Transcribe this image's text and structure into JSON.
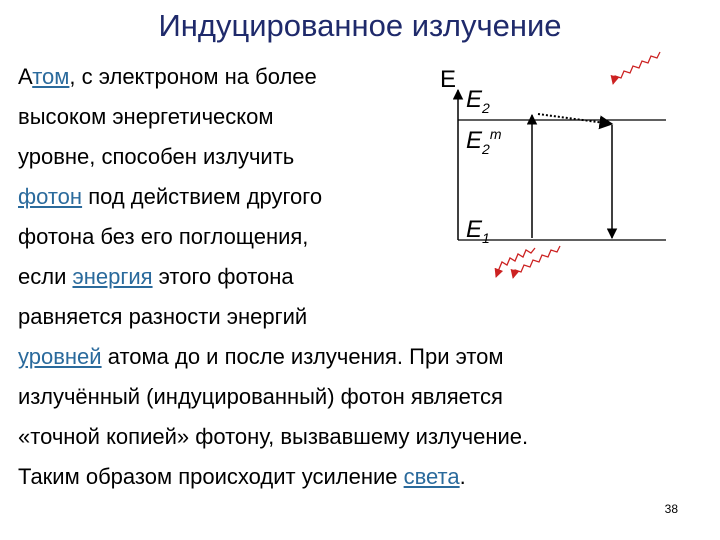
{
  "title": "Индуцированное излучение",
  "lines": [
    {
      "pre": "А",
      "link": "том",
      "post": ", с электроном  на более"
    },
    {
      "pre": "высоком энергетическом",
      "link": "",
      "post": ""
    },
    {
      "pre": "уровне,  способен излучить",
      "link": "",
      "post": ""
    },
    {
      "pre": "",
      "link": "фотон",
      "post": " под действием другого"
    },
    {
      "pre": "фотона без его поглощения,",
      "link": "",
      "post": ""
    },
    {
      "pre": "если ",
      "link": "энергия",
      "post": " этого фотона"
    },
    {
      "pre": "равняется разности энергий",
      "link": "",
      "post": ""
    },
    {
      "pre": "",
      "link": "уровней",
      "post": " атома до и после излучения. При этом"
    },
    {
      "pre": "излучённый (индуцированный) фотон является",
      "link": "",
      "post": ""
    },
    {
      "pre": "«точной копией» фотону, вызвавшему излучение.",
      "link": "",
      "post": ""
    },
    {
      "pre": "Таким образом происходит усиление ",
      "link": "света",
      "post": "."
    }
  ],
  "diagram": {
    "axis_label": "E",
    "e2_base": "E",
    "e2_sub": "2",
    "e2m_base": "E",
    "e2m_sub": "2",
    "e2m_sup": "m",
    "e1_base": "E",
    "e1_sub": "1"
  },
  "colors": {
    "title": "#1f2a6b",
    "link": "#2a6a9c",
    "photon": "#cc2222"
  },
  "page_number": "38"
}
